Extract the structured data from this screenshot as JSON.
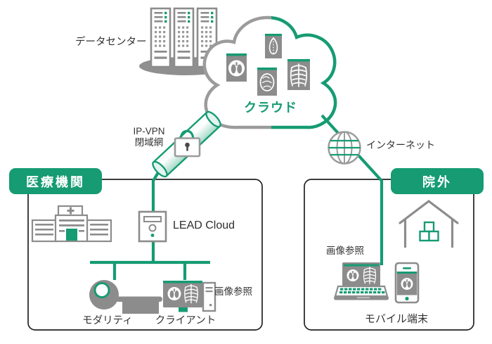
{
  "colors": {
    "accent_green": "#169b73",
    "icon_gray": "#8c8c8c",
    "outline_gray": "#9b9b9b",
    "tunnel_fill_light": "#e8f6f0",
    "text_dark": "#333333",
    "box_border": "#222222",
    "title_text": "#ffffff"
  },
  "datacenter": {
    "label": "データセンター",
    "icon": "server-racks-icon"
  },
  "cloud": {
    "label": "クラウド",
    "images": [
      "chest-ct-image-icon",
      "torso-scan-image-icon",
      "brain-scan-image-icon",
      "ribcage-xray-image-icon"
    ]
  },
  "vpn": {
    "line1": "IP-VPN",
    "line2": "閉域網",
    "icon": "secure-tunnel-lock-icon"
  },
  "internet": {
    "label": "インターネット",
    "icon": "globe-icon"
  },
  "hospital_zone": {
    "title": "医療機関",
    "hospital_icon": "hospital-building-icon",
    "lead_cloud_label": "LEAD Cloud",
    "lead_cloud_icon": "server-tower-icon",
    "modality_label": "モダリティ",
    "modality_icon": "ct-scanner-icon",
    "client_label": "クライアント",
    "client_icon": "desktop-viewer-icon",
    "image_ref_label": "画像参照"
  },
  "external_zone": {
    "title": "院外",
    "home_icon": "house-icon",
    "image_ref_label": "画像参照",
    "mobile_label": "モバイル端末",
    "laptop_icon": "laptop-viewer-icon",
    "phone_icon": "smartphone-viewer-icon"
  }
}
